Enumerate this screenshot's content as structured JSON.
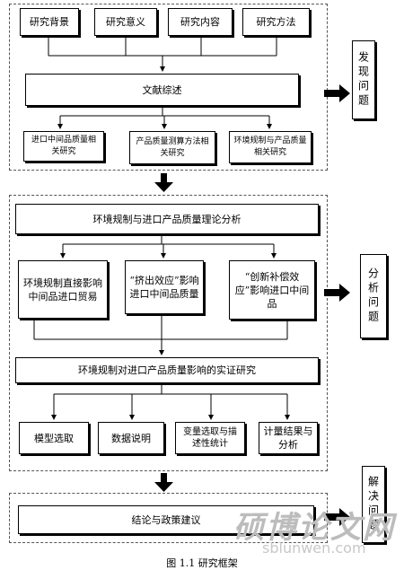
{
  "section1": {
    "top_boxes": [
      "研究背景",
      "研究意义",
      "研究内容",
      "研究方法"
    ],
    "review": "文献综述",
    "review_boxes": [
      "进口中间品质量相关研究",
      "产品质量测算方法相关研究",
      "环境规制与产品质量相关研究"
    ]
  },
  "section2": {
    "theory": "环境规制与进口产品质量理论分析",
    "mechanisms": [
      "环境规制直接影响中间品进口贸易",
      "“挤出效应”影响进口中间品质量",
      "“创新补偿效应”影响进口中间品"
    ],
    "empirical": "环境规制对进口产品质量影响的实证研究",
    "methods": [
      "模型选取",
      "数据说明",
      "变量选取与描述性统计",
      "计量结果与分析"
    ]
  },
  "section3": {
    "conclusion": "结论与政策建议"
  },
  "side_labels": [
    "发现问题",
    "分析问题",
    "解决问题"
  ],
  "caption": "图 1.1  研究框架",
  "watermark": {
    "text": "硕博论文网",
    "url": "sblunwen.com"
  }
}
